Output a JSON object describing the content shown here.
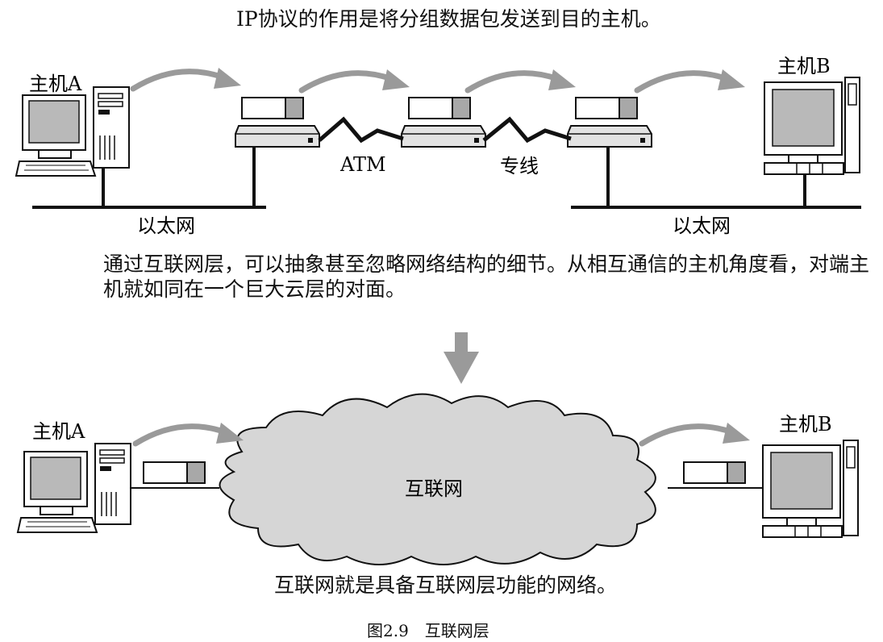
{
  "diagram": {
    "top_caption": "IP协议的作用是将分组数据包发送到目的主机。",
    "host_a_label": "主机A",
    "host_b_label": "主机B",
    "ethernet_left_label": "以太网",
    "ethernet_right_label": "以太网",
    "atm_label": "ATM",
    "leased_line_label": "专线",
    "middle_text": "通过互联网层，可以抽象甚至忽略网络结构的细节。从相互通信的主机角度看，对端主机就如同在一个巨大云层的对面。",
    "cloud_label": "互联网",
    "bottom_caption": "互联网就是具备互联网层功能的网络。",
    "figure_caption": "图2.9　互联网层"
  },
  "colors": {
    "arrow": "#9a9a9a",
    "cloud_fill": "#d6d6d6",
    "router_fill": "#e2e2e2",
    "packet_tail": "#a8a8a8",
    "screen": "#b9b9b9"
  }
}
